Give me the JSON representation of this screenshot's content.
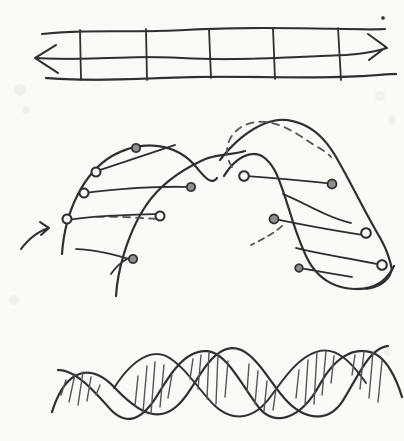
{
  "figure": {
    "panels": [
      {
        "id": "top",
        "description": "grid-strip"
      },
      {
        "id": "middle",
        "description": "twisted-ladder"
      },
      {
        "id": "bottom",
        "description": "double-helix"
      }
    ],
    "text_labels": []
  }
}
